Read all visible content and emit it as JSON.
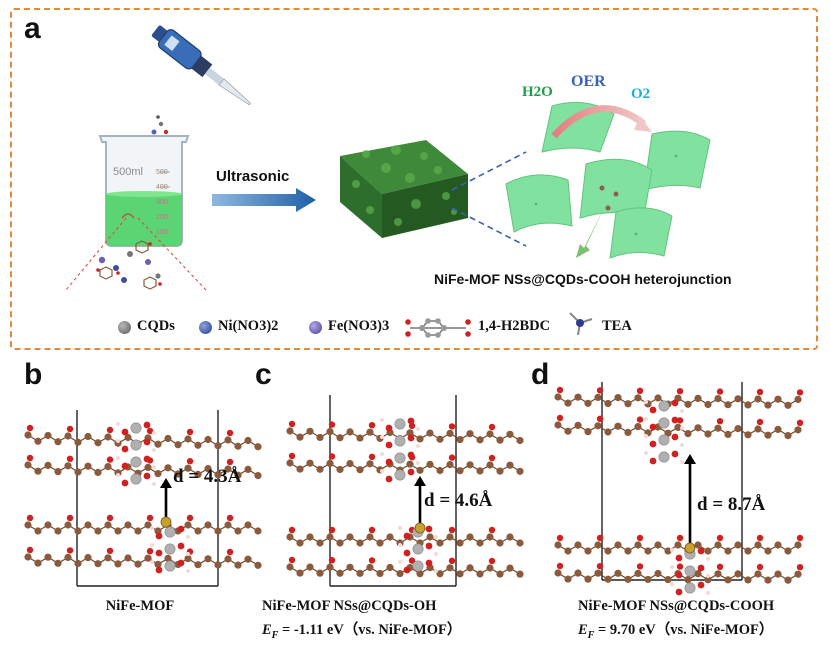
{
  "panel_labels": {
    "a": "a",
    "b": "b",
    "c": "c",
    "d": "d"
  },
  "panel_a": {
    "beaker": {
      "volume_label": "500ml",
      "scale_marks": [
        "500",
        "400",
        "300",
        "200",
        "100"
      ]
    },
    "process_label": "Ultrasonic",
    "oer": {
      "reactant": "H2O",
      "label": "OER",
      "product": "O2"
    },
    "product_label": "NiFe-MOF NSs@CQDs-COOH heterojunction",
    "legend": [
      {
        "label": "CQDs",
        "color": "#6b6b6b"
      },
      {
        "label": "Ni(NO3)2",
        "color": "#3a4fa0"
      },
      {
        "label": "Fe(NO3)3",
        "color": "#6a5fb8"
      },
      {
        "label": "1,4-H2BDC",
        "color": "#8b5a3c"
      },
      {
        "label": "TEA",
        "color": "#2b3b8f"
      }
    ]
  },
  "panel_b": {
    "d_label": "d = 4.3Å",
    "caption": "NiFe-MOF"
  },
  "panel_c": {
    "d_label": "d = 4.6Å",
    "caption": "NiFe-MOF NSs@CQDs-OH",
    "ef_label": "E",
    "ef_sub": "F",
    "ef_value": " = -1.11 eV（vs. NiFe-MOF）"
  },
  "panel_d": {
    "d_label": "d = 8.7Å",
    "caption": "NiFe-MOF NSs@CQDs-COOH",
    "ef_label": "E",
    "ef_sub": "F",
    "ef_value": " = 9.70 eV（vs. NiFe-MOF）"
  },
  "colors": {
    "frame": "#e08a3c",
    "arrow": "#2e6fb0",
    "sheet": "#7be09a",
    "carbon": "#8b5a3c",
    "oxygen": "#d02020",
    "metal": "#b0b0b0",
    "gold": "#c8a030",
    "h2o": "#1aa04a",
    "oer": "#3a62b0",
    "o2": "#1ab0d8"
  }
}
